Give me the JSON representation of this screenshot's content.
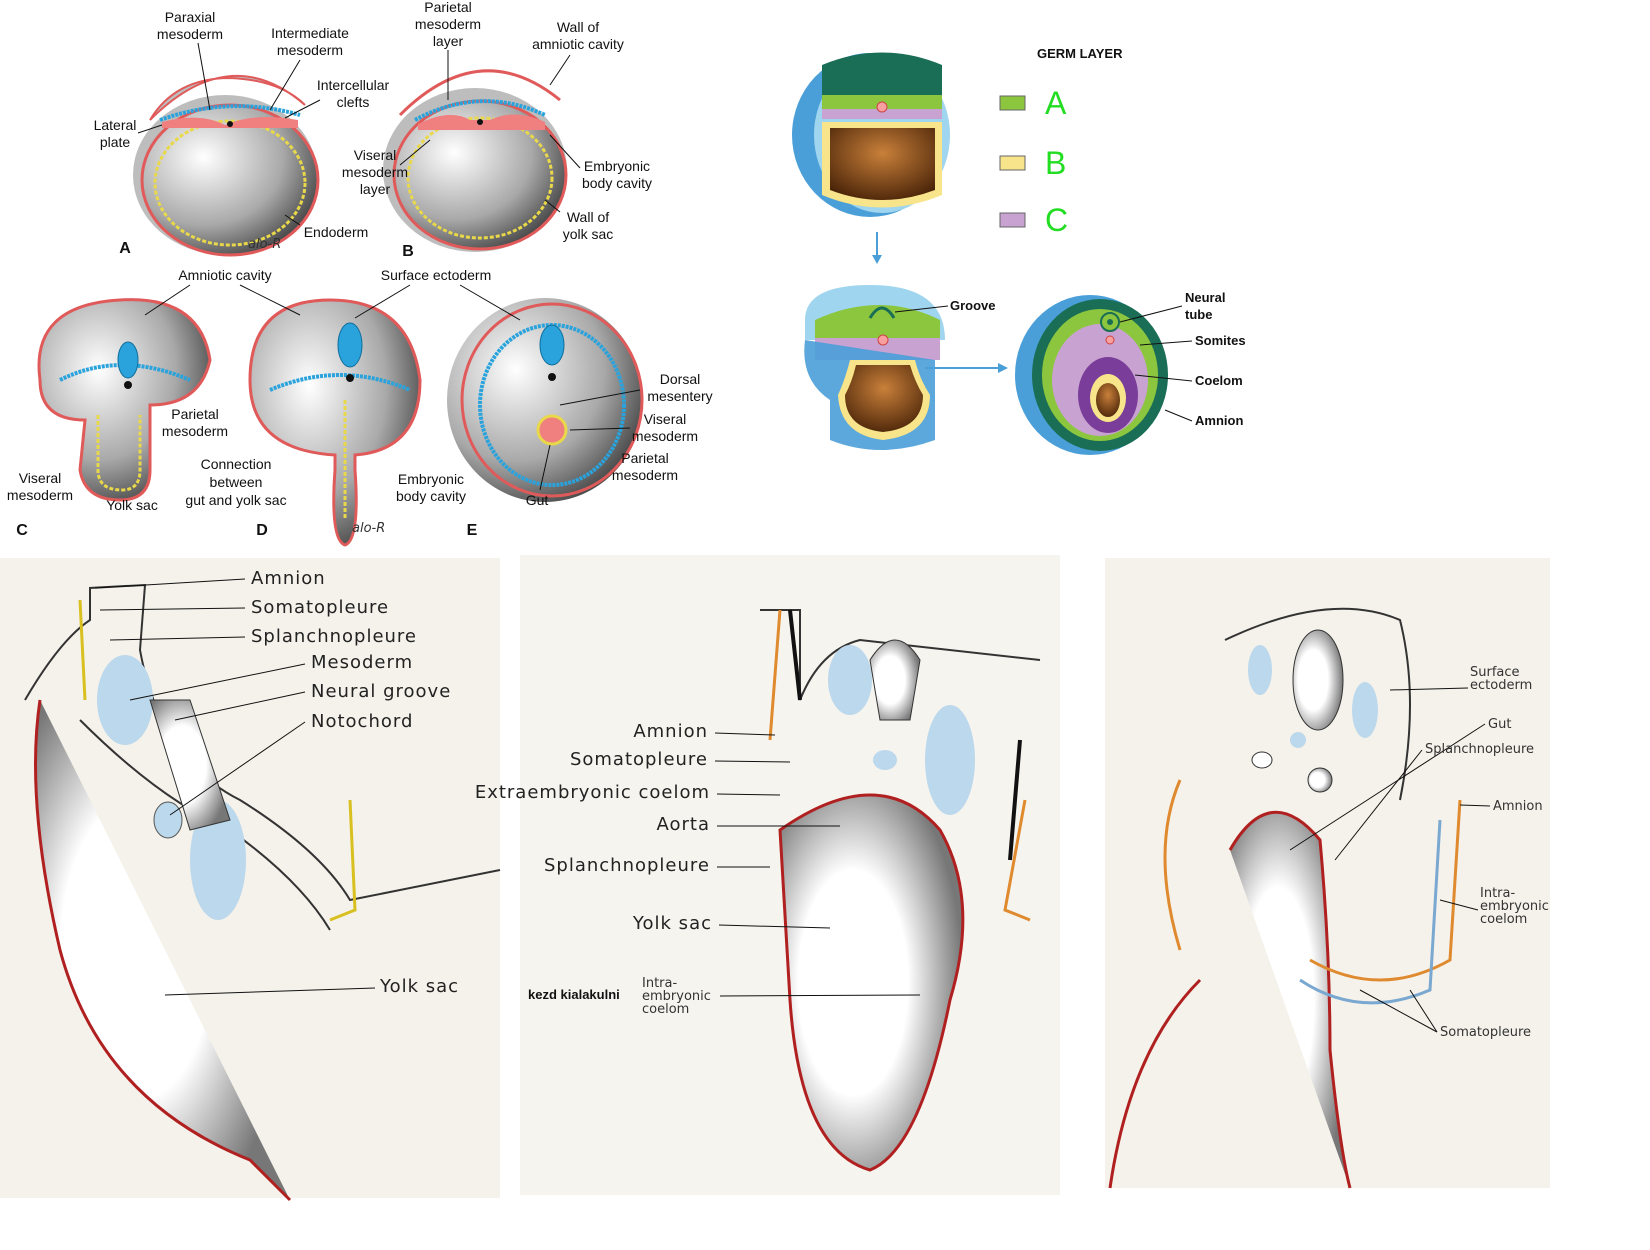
{
  "panel_top_left": {
    "labels": {
      "paraxial": "Paraxial mesoderm",
      "intermediate": "Intermediate mesoderm",
      "intercellular": "Intercellular clefts",
      "lateral": "Lateral plate",
      "endoderm": "Endoderm",
      "parietal_layer": "Parietal mesoderm layer",
      "wall_amniotic": "Wall of amniotic cavity",
      "visceral_layer": "Viseral mesoderm layer",
      "body_cavity_b": "Embryonic body cavity",
      "wall_yolk": "Wall of yolk sac",
      "amniotic_cavity": "Amniotic cavity",
      "surface_ectoderm": "Surface ectoderm",
      "parietal_c": "Parietal mesoderm",
      "visceral_c": "Viseral mesoderm",
      "yolk_sac_c": "Yolk sac",
      "connection": "Connection between gut and yolk sac",
      "body_cavity_d": "Embryonic body cavity",
      "dorsal_mesentery": "Dorsal mesentery",
      "visceral_e": "Viseral mesoderm",
      "parietal_e": "Parietal mesoderm",
      "gut": "Gut",
      "signature": "alo-R"
    },
    "panel_letters": [
      "A",
      "B",
      "C",
      "D",
      "E"
    ]
  },
  "panel_top_right": {
    "legend_title": "GERM LAYER",
    "legend": [
      {
        "label": "A",
        "color": "#8cc63f"
      },
      {
        "label": "B",
        "color": "#f8e48a"
      },
      {
        "label": "C",
        "color": "#c8a2d0"
      }
    ],
    "labels": {
      "groove": "Groove",
      "neural_tube": "Neural tube",
      "somites": "Somites",
      "coelom": "Coelom",
      "amnion": "Amnion"
    }
  },
  "panel_bottom_left": {
    "labels": [
      "Amnion",
      "Somatopleure",
      "Splanchnopleure",
      "Mesoderm",
      "Neural groove",
      "Notochord",
      "Yolk sac"
    ]
  },
  "panel_bottom_middle": {
    "labels": [
      "Amnion",
      "Somatopleure",
      "Extraembryonic coelom",
      "Aorta",
      "Splanchnopleure",
      "Yolk sac"
    ],
    "note": "kezd kialakulni",
    "inset": "Intra-embryonic coelom"
  },
  "panel_bottom_right": {
    "labels": [
      "Surface ectoderm",
      "Gut",
      "Splanchnopleure",
      "Amnion",
      "Intra-embryonic coelom",
      "Somatopleure"
    ]
  }
}
